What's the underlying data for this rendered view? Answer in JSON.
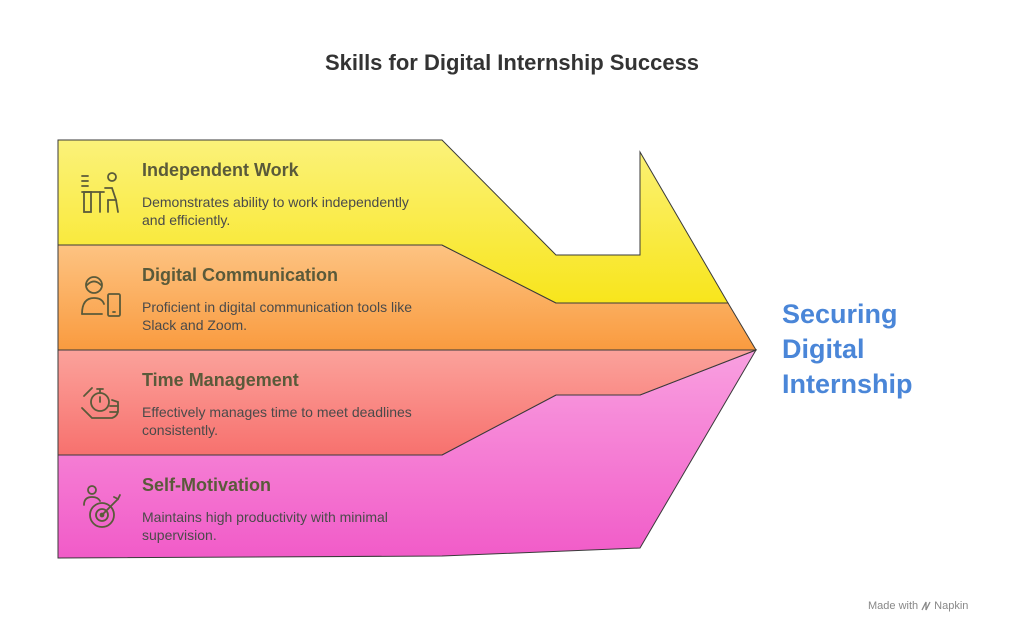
{
  "title": "Skills for Digital Internship Success",
  "goal": {
    "lines": [
      "Securing",
      "Digital",
      "Internship"
    ],
    "color": "#4a86d8"
  },
  "skills": [
    {
      "title": "Independent Work",
      "description_lines": [
        "Demonstrates ability to work independently",
        "and efficiently."
      ],
      "icon": "person-at-desk-icon",
      "color": "#fbee3f"
    },
    {
      "title": "Digital Communication",
      "description_lines": [
        "Proficient in digital communication tools like",
        "Slack and Zoom."
      ],
      "icon": "person-with-phone-icon",
      "color": "#fbb060"
    },
    {
      "title": "Time Management",
      "description_lines": [
        "Effectively manages time to meet deadlines",
        "consistently."
      ],
      "icon": "hand-stopwatch-icon",
      "color": "#f98a86"
    },
    {
      "title": "Self-Motivation",
      "description_lines": [
        "Maintains high productivity with minimal",
        "supervision."
      ],
      "icon": "person-target-icon",
      "color": "#f477d4"
    }
  ],
  "watermark": {
    "text": "Made with",
    "brand": "Napkin"
  }
}
